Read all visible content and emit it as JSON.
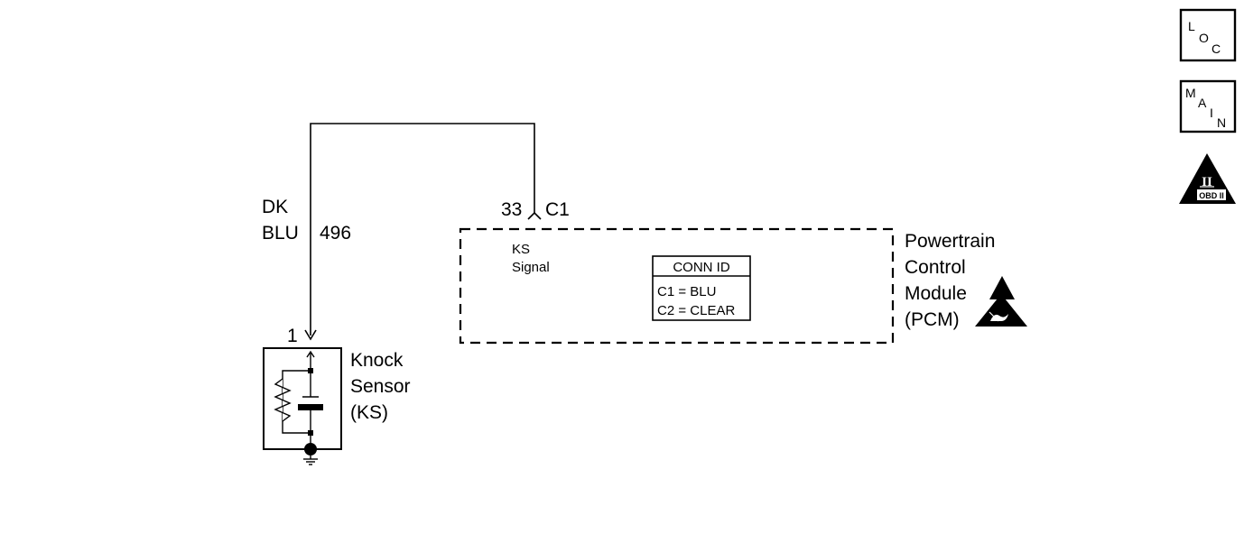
{
  "wire": {
    "color_line1": "DK",
    "color_line2": "BLU",
    "circuit_number": "496"
  },
  "connector": {
    "pin": "33",
    "id": "C1"
  },
  "pcm": {
    "signal_line1": "KS",
    "signal_line2": "Signal",
    "name_lines": [
      "Powertrain",
      "Control",
      "Module",
      "(PCM)"
    ],
    "conn_id": {
      "title": "CONN ID",
      "rows": [
        "C1 = BLU",
        "C2 = CLEAR"
      ]
    }
  },
  "knock_sensor": {
    "pin": "1",
    "name_lines": [
      "Knock",
      "Sensor",
      "(KS)"
    ]
  },
  "nav": {
    "loc": [
      "L",
      "O",
      "C"
    ],
    "main": [
      "M",
      "A",
      "I",
      "N"
    ],
    "obd_numeral": "II",
    "obd_label": "OBD II"
  }
}
